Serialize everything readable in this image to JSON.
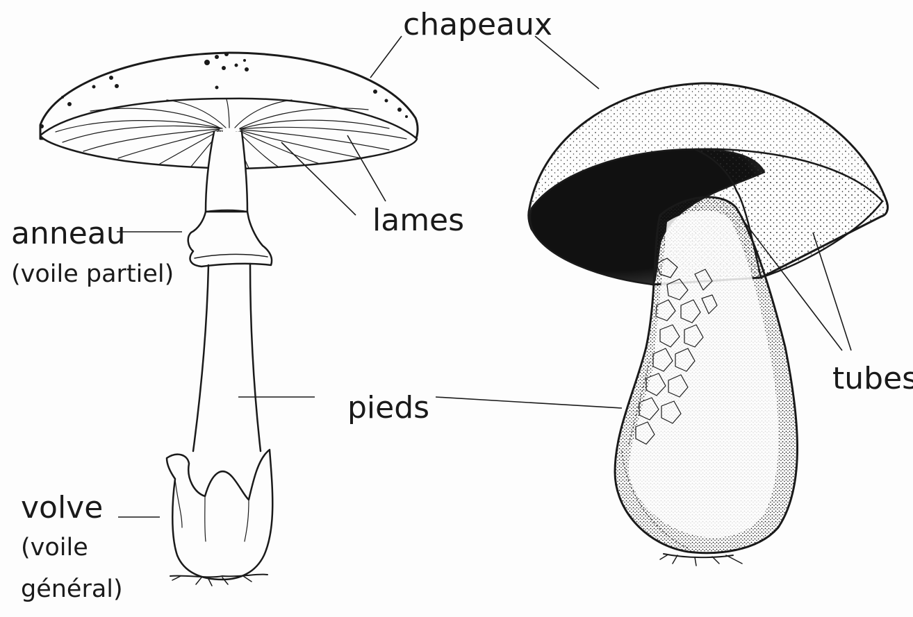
{
  "labels": {
    "chapeaux": "chapeaux",
    "lames": "lames",
    "anneau": "anneau",
    "voile_partiel": "(voile partiel)",
    "pieds": "pieds",
    "tubes": "tubes",
    "volve": "volve",
    "voile_general_1": "(voile",
    "voile_general_2": "général)"
  },
  "colors": {
    "ink": "#1a1a1a",
    "paper": "#fdfdfd"
  }
}
